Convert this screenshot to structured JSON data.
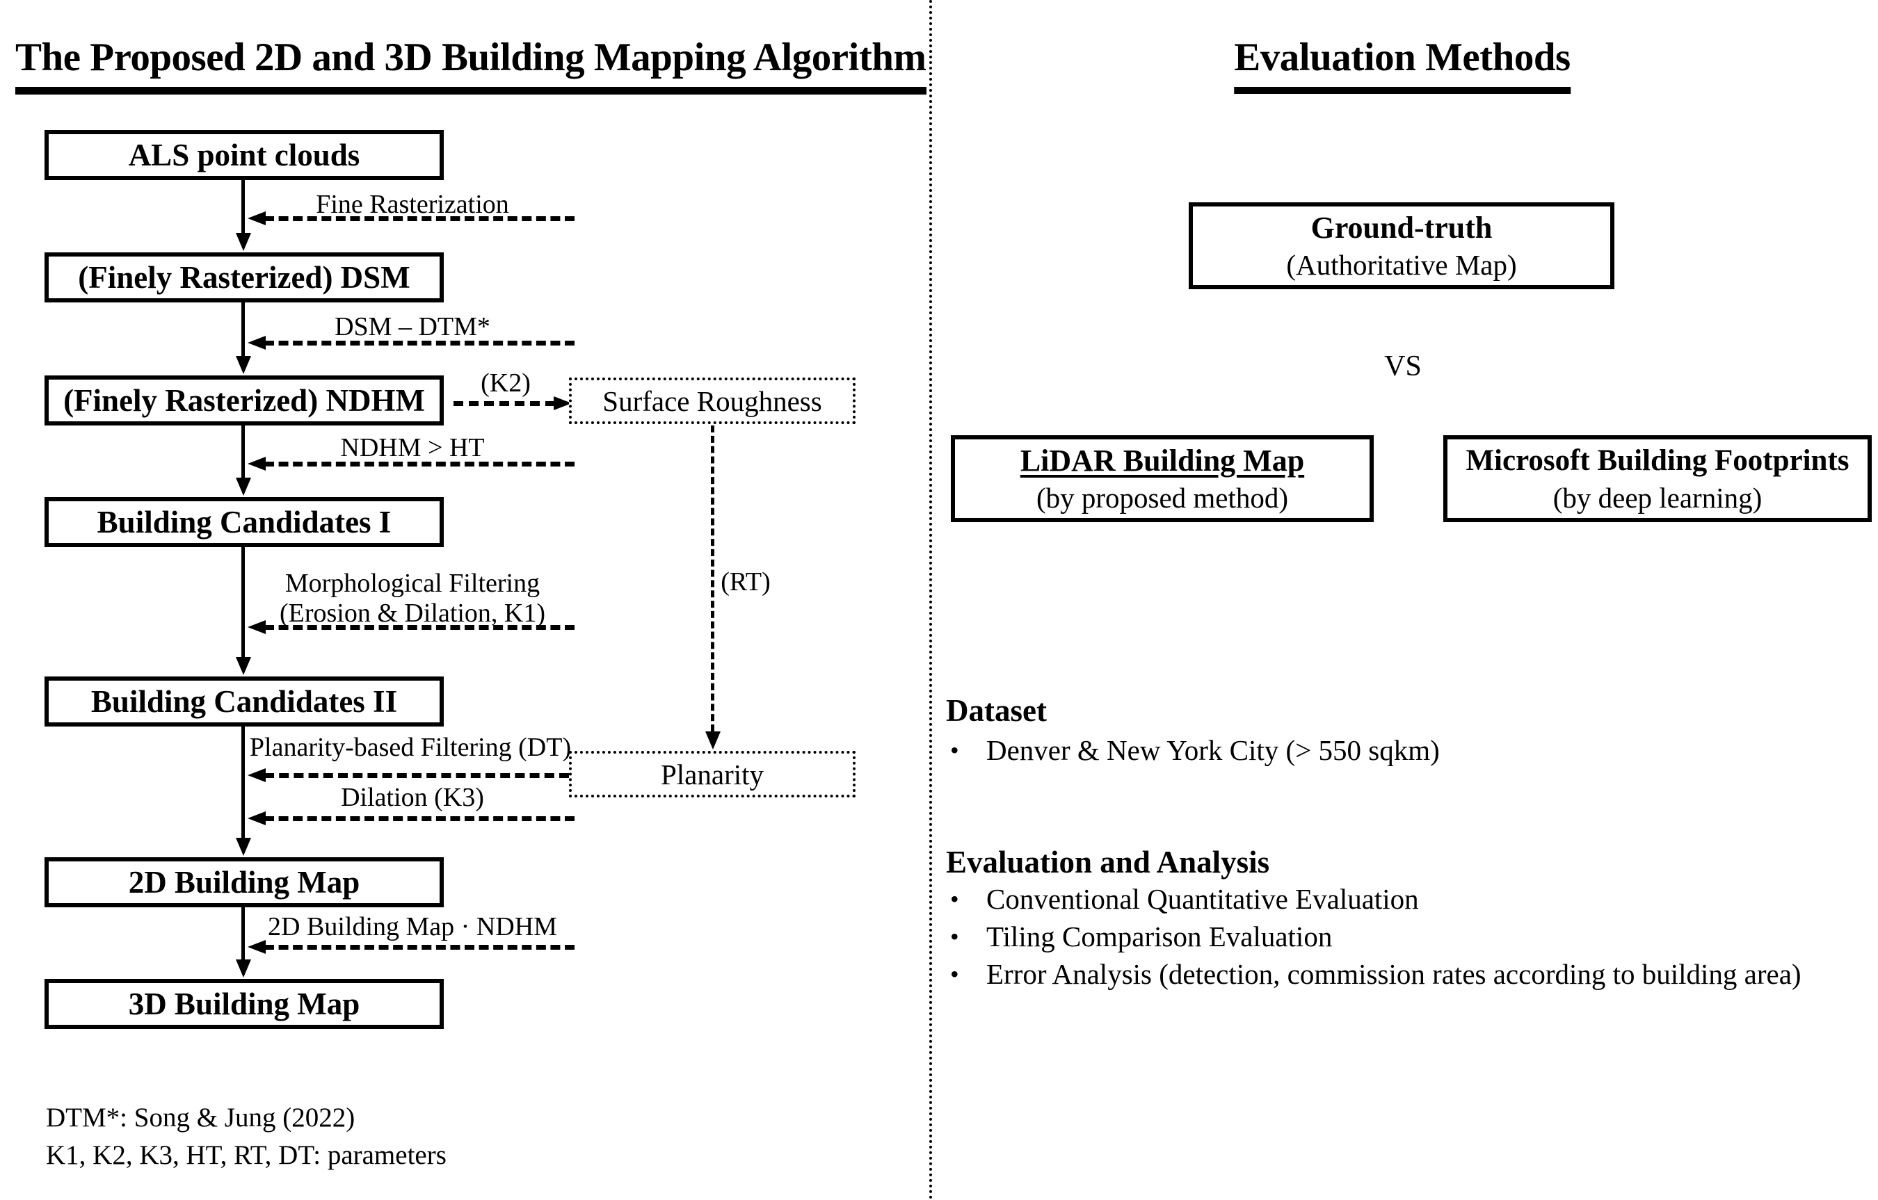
{
  "left": {
    "title": "The Proposed 2D and 3D Building Mapping Algorithm",
    "boxes": {
      "als": "ALS point clouds",
      "dsm": "(Finely Rasterized) DSM",
      "ndhm": "(Finely Rasterized) NDHM",
      "bc1": "Building Candidates I",
      "bc2": "Building Candidates II",
      "map2d": "2D Building Map",
      "map3d": "3D Building Map"
    },
    "side_boxes": {
      "surface_roughness": "Surface Roughness",
      "planarity": "Planarity"
    },
    "arrow_labels": {
      "fine_rasterization": "Fine Rasterization",
      "dsm_minus_dtm": "DSM – DTM*",
      "k2": "(K2)",
      "ndhm_gt_ht": "NDHM > HT",
      "morph_line1": "Morphological Filtering",
      "morph_line2": "(Erosion & Dilation, K1)",
      "rt": "(RT)",
      "planarity_filtering": "Planarity-based Filtering (DT)",
      "dilation": "Dilation (K3)",
      "map2d_ndhm": "2D Building Map · NDHM"
    },
    "footnotes": [
      "DTM*: Song & Jung (2022)",
      "K1, K2, K3, HT, RT, DT: parameters"
    ]
  },
  "right": {
    "title": "Evaluation Methods",
    "ground_truth": {
      "line1": "Ground-truth",
      "line2": "(Authoritative Map)"
    },
    "vs": "VS",
    "lidar": {
      "line1": "LiDAR Building Map",
      "line2": "(by proposed method)"
    },
    "microsoft": {
      "line1": "Microsoft Building Footprints",
      "line2": "(by deep learning)"
    },
    "dataset": {
      "heading": "Dataset",
      "items": [
        "Denver & New York City (> 550 sqkm)"
      ]
    },
    "evaluation": {
      "heading": "Evaluation and Analysis",
      "items": [
        "Conventional Quantitative Evaluation",
        "Tiling Comparison Evaluation",
        "Error Analysis (detection, commission rates according to building area)"
      ]
    }
  }
}
